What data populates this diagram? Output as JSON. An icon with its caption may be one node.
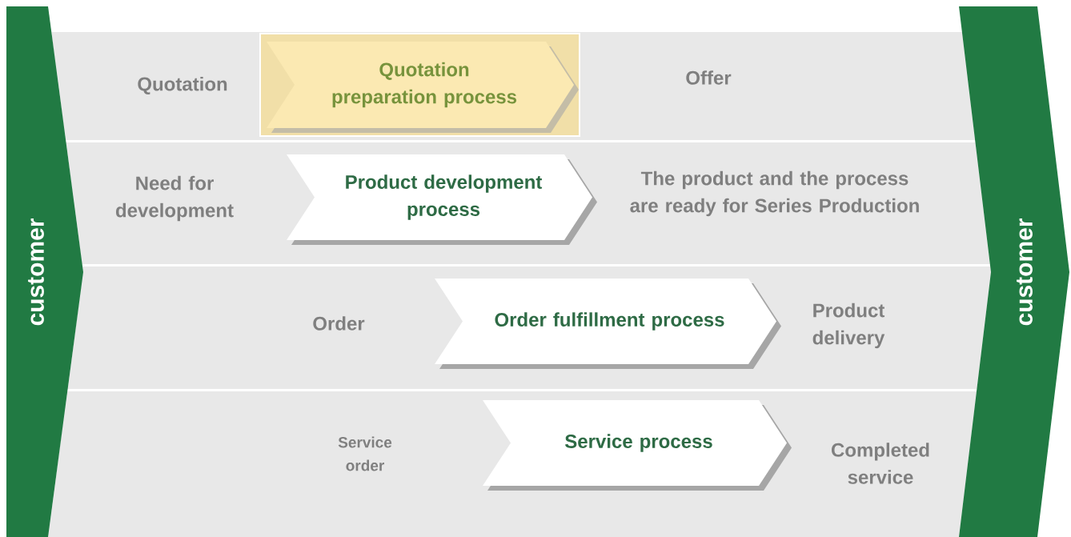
{
  "diagram": {
    "nodes": [
      {
        "text": [
          "customer"
        ]
      },
      {
        "text": [
          "Quotation",
          "Offer"
        ]
      },
      {
        "text": [
          "Quotation preparation process"
        ],
        "in": 1
      },
      {
        "text": [
          "Need for development",
          "The product and the process are ready for Series Production"
        ]
      },
      {
        "text": [
          "Product development process"
        ],
        "in": 3
      },
      {
        "text": [
          "Order",
          "Product delivery"
        ]
      },
      {
        "text": [
          "Order fulfillment process"
        ],
        "in": 5
      },
      {
        "text": [
          "Service order",
          "Completed service"
        ]
      },
      {
        "text": [
          "Service process"
        ],
        "in": 7
      },
      {
        "text": [
          "customer"
        ]
      }
    ]
  }
}
